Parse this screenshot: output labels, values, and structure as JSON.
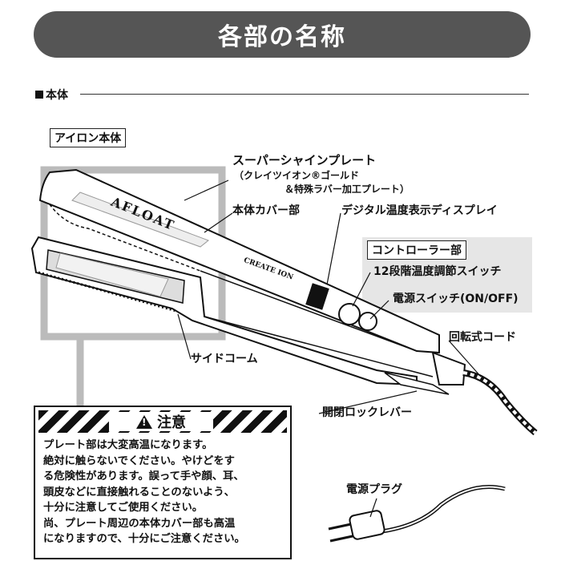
{
  "page_title": "各部の名称",
  "section_label": "本体",
  "box_label": "アイロン本体",
  "brand_text": "AFLOAT",
  "maker_text": "CREATE ION",
  "callouts": {
    "plate_title": "スーパーシャインプレート",
    "plate_sub1": "（クレイツイオン®ゴールド",
    "plate_sub2": "＆特殊ラバー加工プレート）",
    "cover": "本体カバー部",
    "display": "デジタル温度表示ディスプレイ",
    "controller": "コントローラー部",
    "temp_switch": "12段階温度調節スイッチ",
    "power_switch": "電源スイッチ(ON/OFF)",
    "cord": "回転式コード",
    "comb": "サイドコーム",
    "lock": "開閉ロックレバー",
    "plug": "電源プラグ"
  },
  "warning": {
    "title": "注意",
    "lines": [
      "プレート部は大変高温になります。",
      "絶対に触らないでください。やけどをす",
      "る危険性があります。誤って手や顔、耳、",
      "頭皮などに直接触れることのないよう、",
      "十分に注意してご使用ください。",
      "尚、プレート周辺の本体カバー部も高温",
      "になりますので、十分にご注意ください。"
    ]
  }
}
